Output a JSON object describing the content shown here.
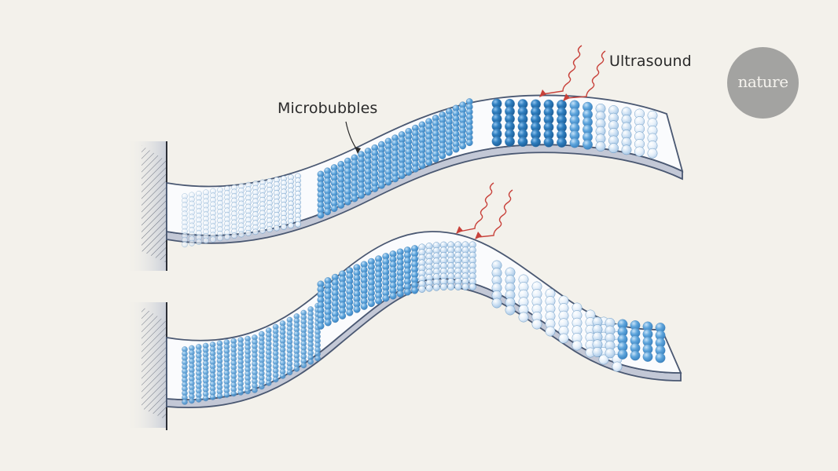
{
  "figure": {
    "type": "scientific illustration",
    "background_color": "#f3f1eb",
    "labels": {
      "microbubbles": "Microbubbles",
      "ultrasound": "Ultrasound"
    },
    "logo": {
      "text": "nature",
      "circle_color": "#a3a3a1"
    },
    "panels": [
      {
        "name": "upper-cantilever",
        "description": "Clamped flexible strip bending upward, ultrasound acting on densest bubble cluster near tip",
        "bubble_groups": [
          "faint-near-wall",
          "medium-blue-middle",
          "dark-blue-under-ultrasound",
          "fading-toward-tip"
        ]
      },
      {
        "name": "lower-cantilever",
        "description": "Clamped strip bending in S-shape, ultrasound acting at crest; dense bubbles near tip",
        "bubble_groups": [
          "medium-near-wall",
          "medium-blue-rising",
          "blue-crest",
          "faint-descending",
          "blue-tip"
        ]
      }
    ],
    "colors": {
      "arrow_wave": "#c8413a",
      "strip_outline": "#4a5872",
      "strip_fill": "#fafbfd",
      "strip_side": "#c3c8d6",
      "bubble_dark": "#2f7fc0",
      "bubble_mid": "#5ea5dc",
      "bubble_light": "#cfe2f4",
      "wall_hatch": "#5b6273"
    }
  }
}
